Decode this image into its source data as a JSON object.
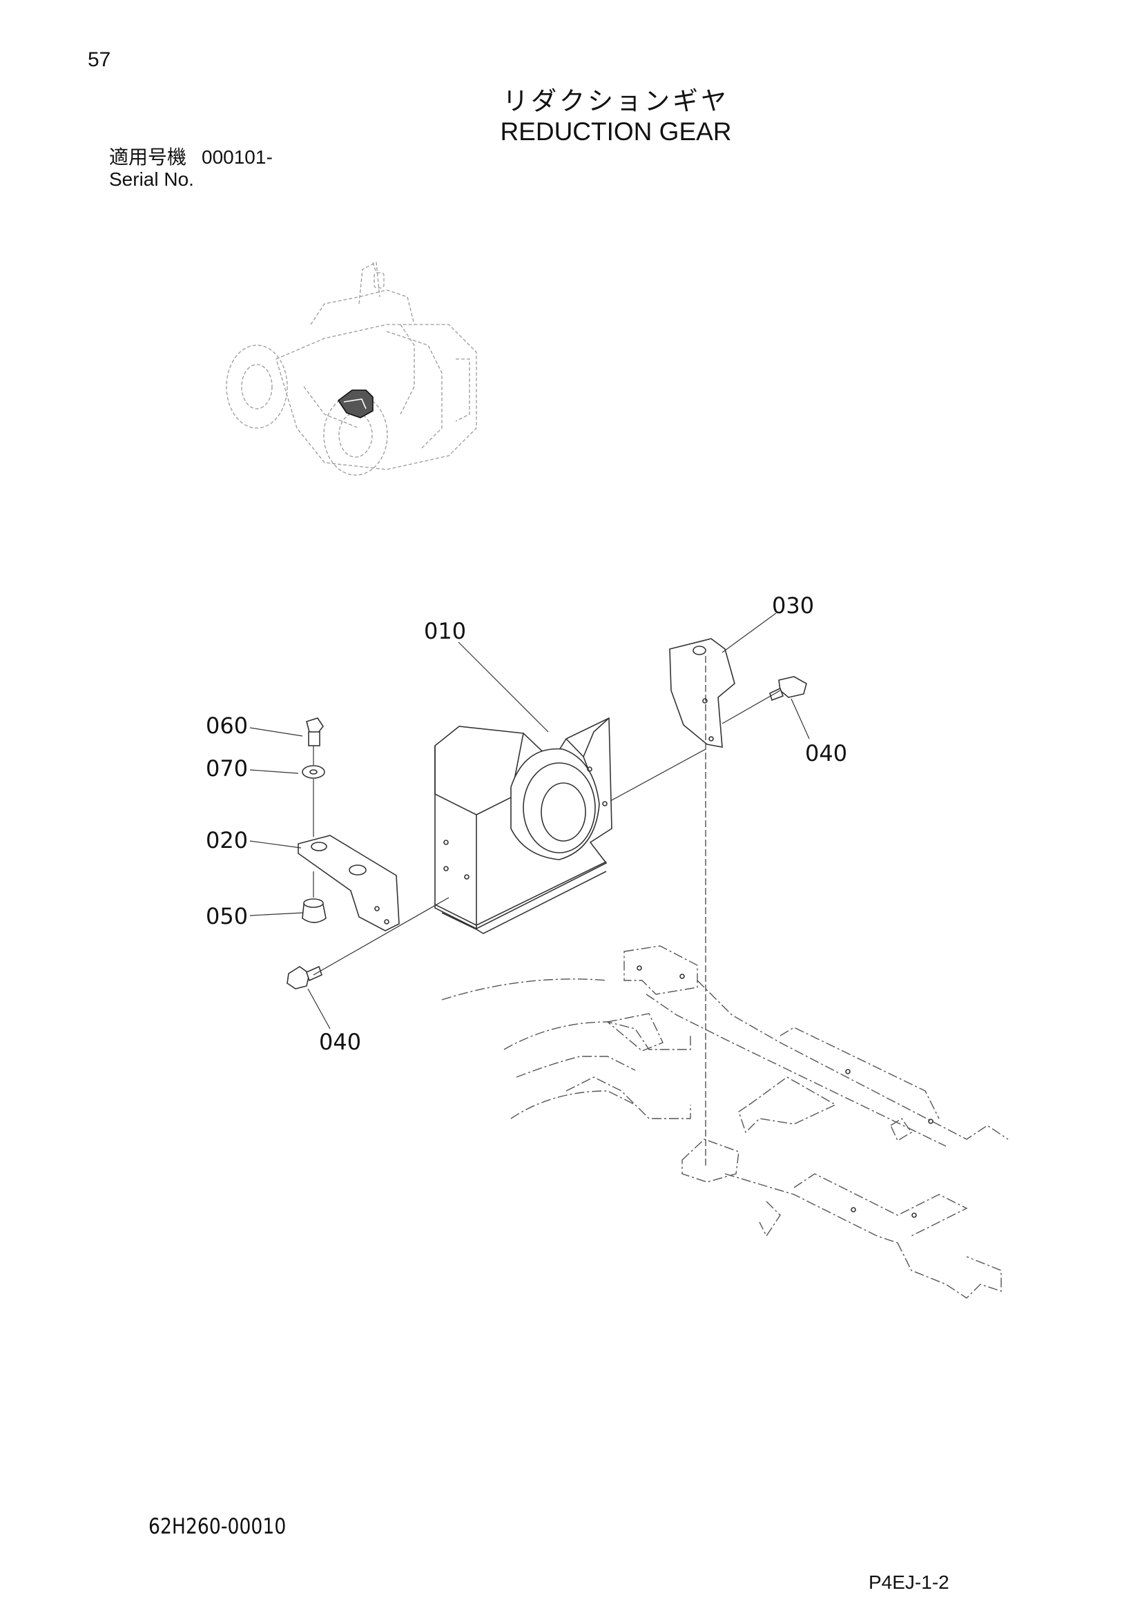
{
  "page_number": "57",
  "title_jp": "リダクションギヤ",
  "title_en": "REDUCTION GEAR",
  "serial": {
    "label_jp": "適用号機",
    "value": "000101-",
    "label_en": "Serial No."
  },
  "callouts": {
    "c010": "010",
    "c020": "020",
    "c030": "030",
    "c040a": "040",
    "c040b": "040",
    "c050": "050",
    "c060": "060",
    "c070": "070"
  },
  "drawing_number": "62H260-00010",
  "page_code": "P4EJ-1-2"
}
